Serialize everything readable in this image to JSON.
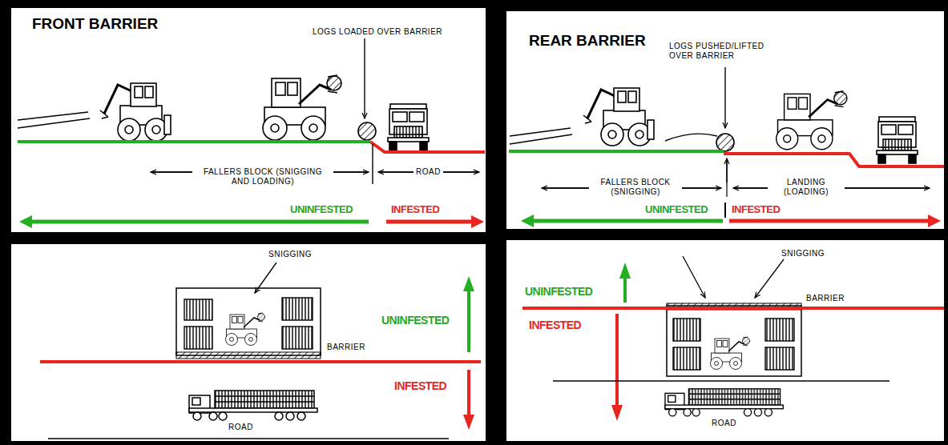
{
  "diagram": {
    "labels": [
      "FRONT BARRIER",
      "LOGS LOADED OVER BARRIER",
      "FALLERS BLOCK (SNIGGING AND LOADING)",
      "ROAD",
      "UNINFESTED",
      "INFESTED",
      "REAR BARRIER",
      "LOGS PUSHED/LIFTED OVER BARRIER",
      "FALLERS BLOCK (SNIGGING)",
      "LANDING (LOADING)",
      "UNINFESTED",
      "INFESTED",
      "SNIGGING",
      "BARRIER",
      "UNINFESTED",
      "INFESTED",
      "ROAD",
      "UNINFESTED",
      "INFESTED",
      "SNIGGING",
      "BARRIER",
      "ROAD"
    ]
  }
}
